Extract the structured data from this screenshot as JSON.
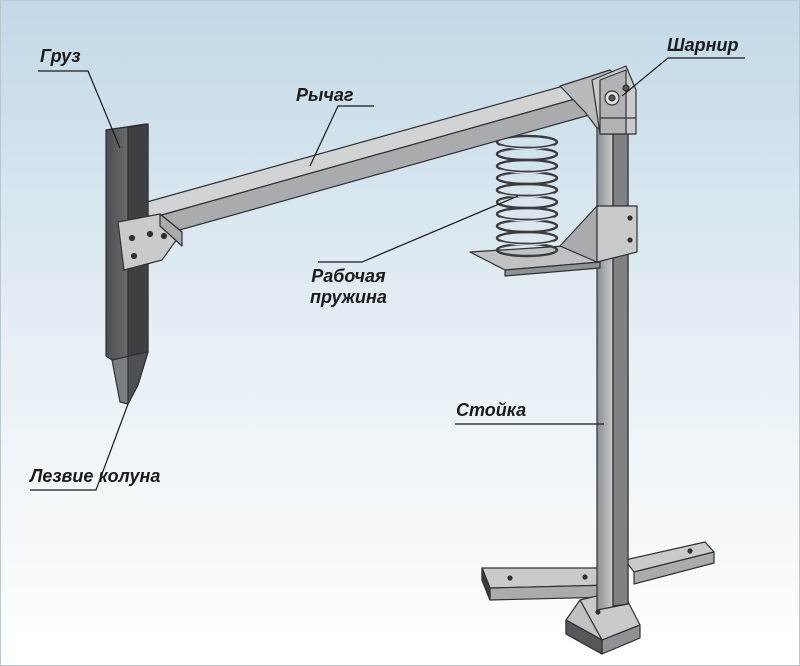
{
  "labels": {
    "weight": "Груз",
    "lever": "Рычаг",
    "hinge": "Шарнир",
    "spring_line1": "Рабочая",
    "spring_line2": "пружина",
    "post": "Стойка",
    "blade": "Лезвие колуна"
  },
  "colors": {
    "background_top": "#c3d9e7",
    "background_bottom": "#ffffff",
    "metal_light": "#c9cacc",
    "metal_mid": "#a9abae",
    "metal_dark": "#6f7275",
    "edge": "#2f3133",
    "leader": "#1a1a1a"
  }
}
